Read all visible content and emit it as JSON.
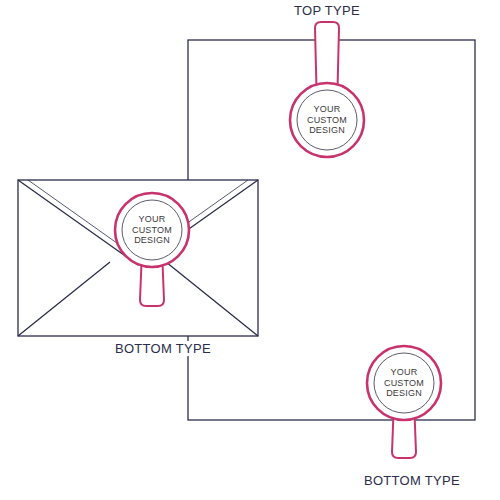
{
  "diagram": {
    "nodes": [
      {
        "text": [
          "YOUR CUSTOM DESIGN"
        ]
      },
      {
        "text": [
          "YOUR CUSTOM DESIGN"
        ]
      },
      {
        "text": [
          "YOUR CUSTOM DESIGN"
        ]
      }
    ],
    "labels": [
      "TOP TYPE",
      "BOTTOM TYPE",
      "BOTTOM TYPE"
    ]
  }
}
